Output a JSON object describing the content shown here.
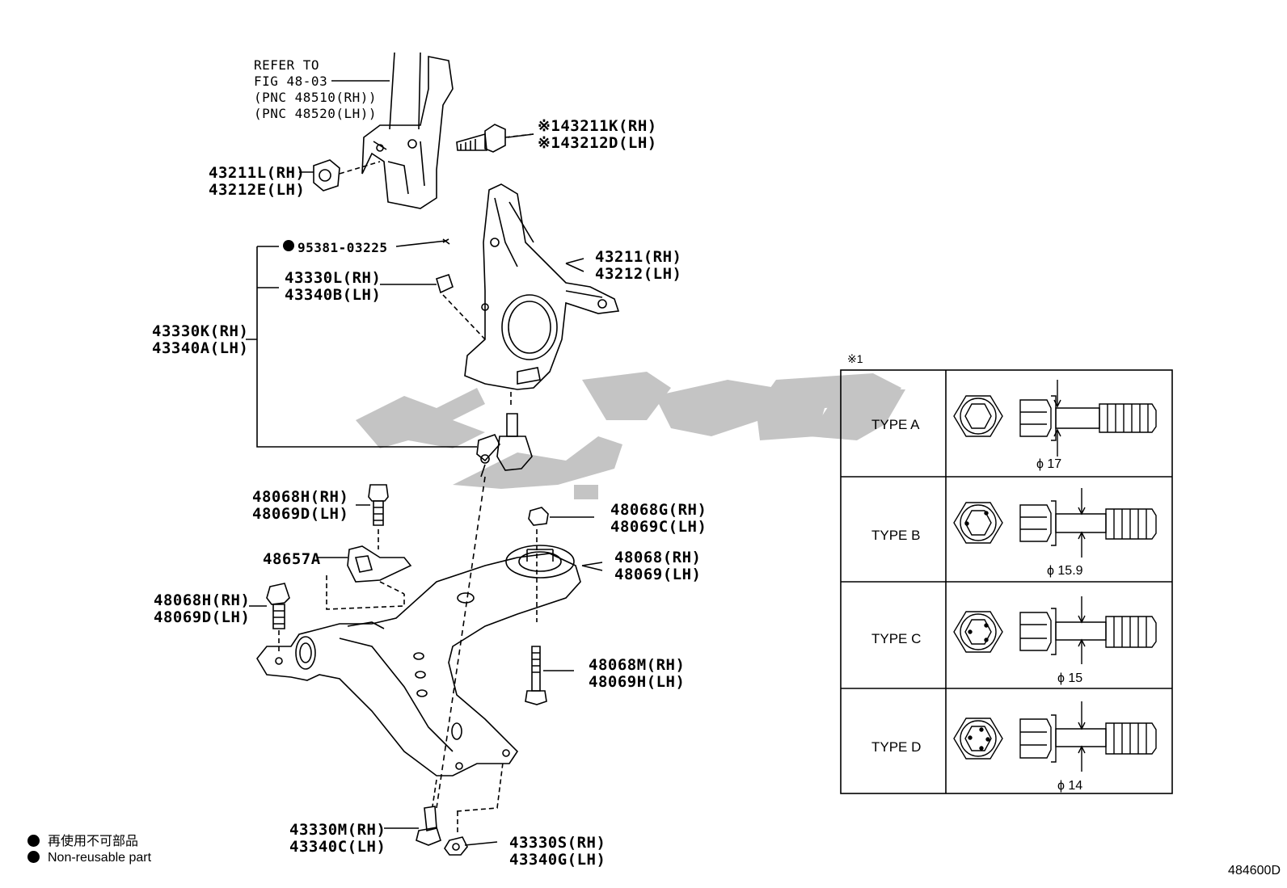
{
  "refer_note": {
    "line1": "REFER TO",
    "line2": "FIG 48-03",
    "line3": "(PNC 48510(RH))",
    "line4": "(PNC 48520(LH))"
  },
  "parts": {
    "p43211k": {
      "rh": "※143211K(RH)",
      "lh": "※143212D(LH)"
    },
    "p43211l": {
      "rh": "43211L(RH)",
      "lh": "43212E(LH)"
    },
    "p95381": {
      "label": "95381-03225"
    },
    "p43211": {
      "rh": "43211(RH)",
      "lh": "43212(LH)"
    },
    "p43330l": {
      "rh": "43330L(RH)",
      "lh": "43340B(LH)"
    },
    "p43330k": {
      "rh": "43330K(RH)",
      "lh": "43340A(LH)"
    },
    "p48068h_top": {
      "rh": "48068H(RH)",
      "lh": "48069D(LH)"
    },
    "p48068g": {
      "rh": "48068G(RH)",
      "lh": "48069C(LH)"
    },
    "p48657a": {
      "label": "48657A"
    },
    "p48068": {
      "rh": "48068(RH)",
      "lh": "48069(LH)"
    },
    "p48068h_mid": {
      "rh": "48068H(RH)",
      "lh": "48069D(LH)"
    },
    "p48068m": {
      "rh": "48068M(RH)",
      "lh": "48069H(LH)"
    },
    "p43330m": {
      "rh": "43330M(RH)",
      "lh": "43340C(LH)"
    },
    "p43330s": {
      "rh": "43330S(RH)",
      "lh": "43340G(LH)"
    }
  },
  "type_table": {
    "note_mark": "※1",
    "rows": [
      {
        "type": "TYPE A",
        "diameter": "ϕ 17"
      },
      {
        "type": "TYPE B",
        "diameter": "ϕ 15.9"
      },
      {
        "type": "TYPE C",
        "diameter": "ϕ 15"
      },
      {
        "type": "TYPE D",
        "diameter": "ϕ 14"
      }
    ]
  },
  "legend": {
    "jp": "再使用不可部品",
    "en": "Non-reusable part"
  },
  "figure_number": "484600D",
  "watermark_color": "#c4c4c4"
}
